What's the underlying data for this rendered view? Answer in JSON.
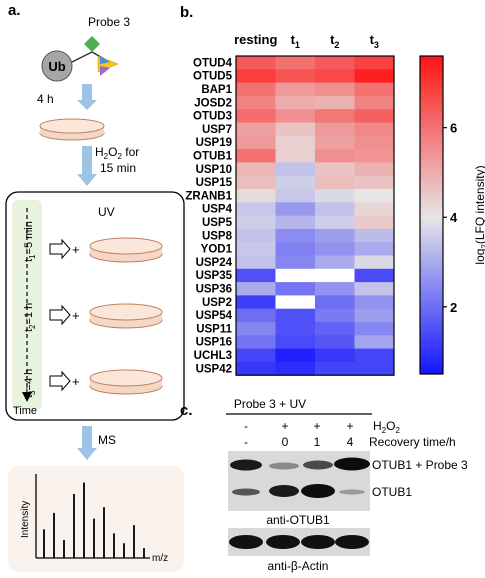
{
  "panels": {
    "a": {
      "letter": "a.",
      "probe_label": "Probe 3",
      "ub_label": "Ub",
      "step1": "4 h",
      "step2_line1": "H",
      "step2_sub": "2",
      "step2_mid": "O",
      "step2_sub2": "2",
      "step2_tail": " for",
      "step2_line2": "15 min",
      "uv_label": "UV",
      "timepoints": [
        {
          "t": "t",
          "sub": "1",
          "val": "=5 min"
        },
        {
          "t": "t",
          "sub": "2",
          "val": "=1 h"
        },
        {
          "t": "t",
          "sub": "3",
          "val": "=4 h"
        }
      ],
      "time_label": "Time",
      "ms_label": "MS",
      "spectrum": {
        "ylabel": "Intensity",
        "xlabel": "m/z",
        "peaks": [
          0.35,
          0.55,
          0.22,
          0.78,
          0.92,
          0.48,
          0.62,
          0.3,
          0.18,
          0.4,
          0.12
        ]
      }
    },
    "b": {
      "letter": "b.",
      "colorbar_label": "log",
      "colorbar_sub": "2",
      "colorbar_tail": "(LFQ intensity)"
    },
    "c": {
      "letter": "c.",
      "header": "Probe 3 + UV",
      "rows": [
        {
          "label": "H",
          "sub": "2",
          "mid": "O",
          "sub2": "2",
          "cells": [
            "-",
            "+",
            "+",
            "+"
          ]
        },
        {
          "label": "Recovery time/h",
          "cells": [
            "-",
            "0",
            "1",
            "4"
          ]
        }
      ],
      "band1_label": "OTUB1 + Probe 3",
      "band2_label": "OTUB1",
      "blot1_caption": "anti-OTUB1",
      "blot2_caption": "anti-β-Actin"
    }
  },
  "chart_data": {
    "type": "heatmap",
    "x": [
      "resting",
      "t1",
      "t2",
      "t3"
    ],
    "x_display": [
      {
        "base": "resting",
        "sub": ""
      },
      {
        "base": "t",
        "sub": "1"
      },
      {
        "base": "t",
        "sub": "2"
      },
      {
        "base": "t",
        "sub": "3"
      }
    ],
    "y": [
      "OTUD4",
      "OTUD5",
      "BAP1",
      "JOSD2",
      "OTUD3",
      "USP7",
      "USP19",
      "OTUB1",
      "USP10",
      "USP15",
      "ZRANB1",
      "USP4",
      "USP5",
      "USP8",
      "YOD1",
      "USP24",
      "USP35",
      "USP36",
      "USP2",
      "USP54",
      "USP11",
      "USP16",
      "UCHL3",
      "USP42"
    ],
    "values": [
      [
        6.4,
        6.0,
        6.4,
        6.8
      ],
      [
        6.9,
        6.5,
        6.7,
        7.4
      ],
      [
        6.0,
        5.3,
        5.5,
        6.0
      ],
      [
        5.7,
        5.0,
        4.9,
        5.7
      ],
      [
        6.1,
        5.5,
        5.9,
        6.3
      ],
      [
        5.2,
        4.6,
        5.3,
        5.6
      ],
      [
        5.3,
        4.4,
        5.2,
        5.5
      ],
      [
        6.0,
        4.4,
        5.5,
        5.4
      ],
      [
        4.8,
        3.4,
        4.6,
        4.9
      ],
      [
        4.7,
        3.6,
        4.7,
        4.6
      ],
      [
        4.2,
        3.5,
        3.8,
        4.0
      ],
      [
        3.5,
        2.7,
        3.4,
        4.3
      ],
      [
        3.6,
        3.2,
        3.6,
        4.5
      ],
      [
        3.4,
        2.5,
        2.8,
        3.3
      ],
      [
        3.5,
        2.3,
        2.6,
        3.0
      ],
      [
        3.4,
        2.4,
        3.0,
        3.8
      ],
      [
        1.5,
        null,
        null,
        1.4
      ],
      [
        3.0,
        2.1,
        2.6,
        3.4
      ],
      [
        1.2,
        null,
        2.0,
        2.6
      ],
      [
        2.0,
        1.5,
        2.2,
        2.8
      ],
      [
        2.4,
        1.5,
        1.8,
        2.4
      ],
      [
        2.1,
        1.4,
        1.6,
        2.9
      ],
      [
        1.3,
        0.7,
        1.1,
        1.3
      ],
      [
        1.1,
        0.9,
        1.3,
        1.3
      ]
    ],
    "colorscale": {
      "min": 0.5,
      "mid": 4.0,
      "max": 7.6,
      "low_color": "#1414ff",
      "mid_color": "#e6e6e6",
      "high_color": "#ff1414"
    },
    "colorbar_ticks": [
      2,
      4,
      6
    ]
  }
}
